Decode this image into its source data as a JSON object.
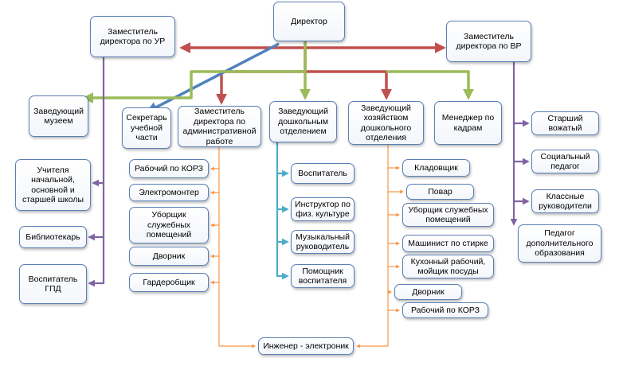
{
  "nodes": [
    {
      "id": "director",
      "label": "Директор"
    },
    {
      "id": "dep_ur",
      "label": "Заместитель\nдиректора по УР"
    },
    {
      "id": "dep_vr",
      "label": "Заместитель\nдиректора по ВР"
    },
    {
      "id": "museum",
      "label": "Заведующий\nмузеем"
    },
    {
      "id": "secretary",
      "label": "Секретарь\nучебной\nчасти"
    },
    {
      "id": "dep_admin",
      "label": "Заместитель\nдиректора по\nадминистративной\nработе"
    },
    {
      "id": "head_preschool",
      "label": "Заведующий\nдошкольным\nотделением"
    },
    {
      "id": "head_household",
      "label": "Заведующий\nхозяйством\nдошкольного\nотделения"
    },
    {
      "id": "hr_manager",
      "label": "Менеджер по\nкадрам"
    },
    {
      "id": "teachers",
      "label": "Учителя\nначальной,\nосновной и\nстаршей школы"
    },
    {
      "id": "librarian",
      "label": "Библиотекарь"
    },
    {
      "id": "gpd_teacher",
      "label": "Воспитатель\nГПД"
    },
    {
      "id": "korz_worker_1",
      "label": "Рабочий по КОРЗ"
    },
    {
      "id": "electrician",
      "label": "Электромонтер"
    },
    {
      "id": "cleaner_1",
      "label": "Уборщик\nслужебных\nпомещений"
    },
    {
      "id": "janitor_1",
      "label": "Дворник"
    },
    {
      "id": "cloakroom",
      "label": "Гардеробщик"
    },
    {
      "id": "educator",
      "label": "Воспитатель"
    },
    {
      "id": "pe_instructor",
      "label": "Инструктор по\nфиз. культуре"
    },
    {
      "id": "music_director",
      "label": "Музыкальный\nруководитель"
    },
    {
      "id": "assistant_educator",
      "label": "Помощник\nвоспитателя"
    },
    {
      "id": "storekeeper",
      "label": "Кладовщик"
    },
    {
      "id": "cook",
      "label": "Повар"
    },
    {
      "id": "cleaner_2",
      "label": "Уборщик служебных\nпомещений"
    },
    {
      "id": "laundry",
      "label": "Машинист по стирке"
    },
    {
      "id": "kitchen_worker",
      "label": "Кухонный рабочий,\nмойщик посуды"
    },
    {
      "id": "janitor_2",
      "label": "Дворник"
    },
    {
      "id": "korz_worker_2",
      "label": "Рабочий по КОРЗ"
    },
    {
      "id": "senior_counselor",
      "label": "Старший\nвожатый"
    },
    {
      "id": "social_pedagogue",
      "label": "Социальный\nпедагог"
    },
    {
      "id": "class_teachers",
      "label": "Классные\nруководители"
    },
    {
      "id": "extra_ed",
      "label": "Педагог\nдополнительного\nобразования"
    },
    {
      "id": "engineer",
      "label": "Инженер - электроник"
    }
  ],
  "edges": [
    {
      "from": "director",
      "to": "dep_ur",
      "color": "#c0504d"
    },
    {
      "from": "director",
      "to": "dep_vr",
      "color": "#c0504d"
    },
    {
      "from": "director",
      "to": "dep_admin",
      "color": "#c0504d"
    },
    {
      "from": "director",
      "to": "head_household",
      "color": "#c0504d"
    },
    {
      "from": "director",
      "to": "secretary",
      "color": "#4f81bd"
    },
    {
      "from": "director",
      "to": "museum",
      "color": "#9bbb59"
    },
    {
      "from": "director",
      "to": "head_preschool",
      "color": "#9bbb59"
    },
    {
      "from": "director",
      "to": "hr_manager",
      "color": "#9bbb59"
    },
    {
      "from": "dep_ur",
      "to": "teachers",
      "color": "#8064a2"
    },
    {
      "from": "dep_ur",
      "to": "librarian",
      "color": "#8064a2"
    },
    {
      "from": "dep_ur",
      "to": "gpd_teacher",
      "color": "#8064a2"
    },
    {
      "from": "dep_vr",
      "to": "senior_counselor",
      "color": "#8064a2"
    },
    {
      "from": "dep_vr",
      "to": "social_pedagogue",
      "color": "#8064a2"
    },
    {
      "from": "dep_vr",
      "to": "class_teachers",
      "color": "#8064a2"
    },
    {
      "from": "dep_vr",
      "to": "extra_ed",
      "color": "#8064a2"
    },
    {
      "from": "dep_admin",
      "to": "korz_worker_1",
      "color": "#f79646"
    },
    {
      "from": "dep_admin",
      "to": "electrician",
      "color": "#f79646"
    },
    {
      "from": "dep_admin",
      "to": "cleaner_1",
      "color": "#f79646"
    },
    {
      "from": "dep_admin",
      "to": "janitor_1",
      "color": "#f79646"
    },
    {
      "from": "dep_admin",
      "to": "cloakroom",
      "color": "#f79646"
    },
    {
      "from": "dep_admin",
      "to": "engineer",
      "color": "#f79646"
    },
    {
      "from": "head_preschool",
      "to": "educator",
      "color": "#4bacc6"
    },
    {
      "from": "head_preschool",
      "to": "pe_instructor",
      "color": "#4bacc6"
    },
    {
      "from": "head_preschool",
      "to": "music_director",
      "color": "#4bacc6"
    },
    {
      "from": "head_preschool",
      "to": "assistant_educator",
      "color": "#4bacc6"
    },
    {
      "from": "head_household",
      "to": "storekeeper",
      "color": "#f79646"
    },
    {
      "from": "head_household",
      "to": "cook",
      "color": "#f79646"
    },
    {
      "from": "head_household",
      "to": "cleaner_2",
      "color": "#f79646"
    },
    {
      "from": "head_household",
      "to": "laundry",
      "color": "#f79646"
    },
    {
      "from": "head_household",
      "to": "kitchen_worker",
      "color": "#f79646"
    },
    {
      "from": "head_household",
      "to": "janitor_2",
      "color": "#f79646"
    },
    {
      "from": "head_household",
      "to": "korz_worker_2",
      "color": "#f79646"
    },
    {
      "from": "head_household",
      "to": "engineer",
      "color": "#f79646"
    }
  ]
}
